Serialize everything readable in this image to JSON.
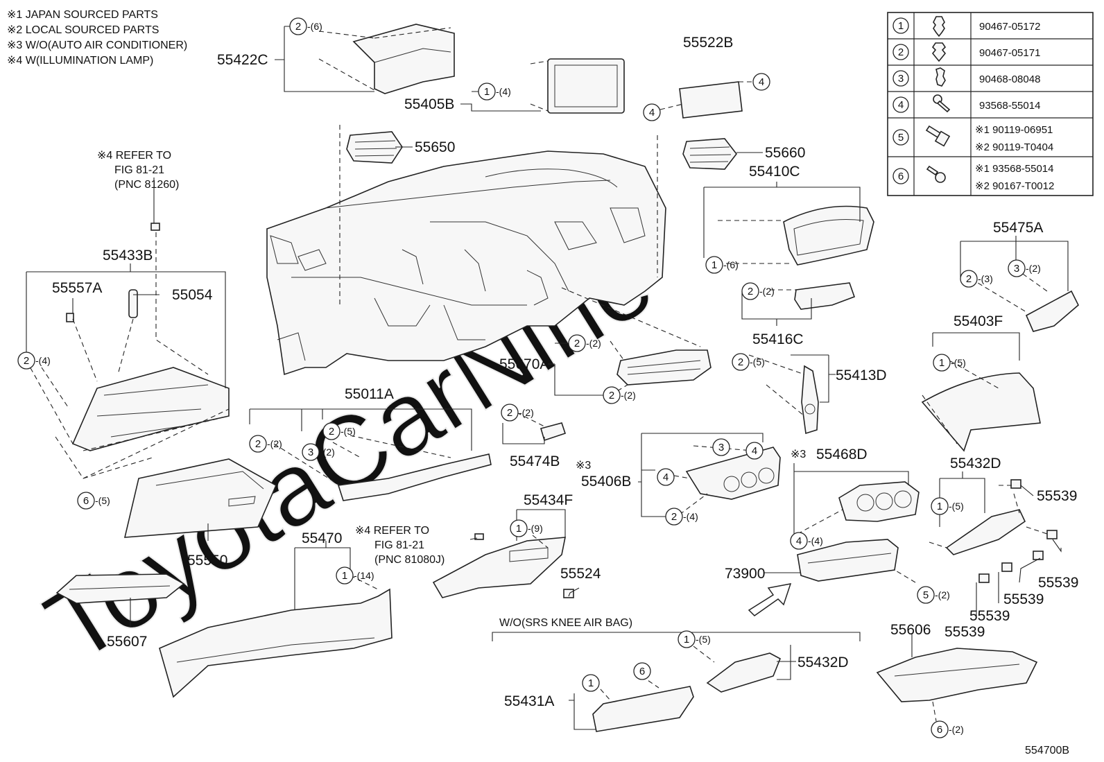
{
  "notes": [
    "※1 JAPAN SOURCED PARTS",
    "※2 LOCAL SOURCED PARTS",
    "※3 W/O(AUTO AIR CONDITIONER)",
    "※4 W(ILLUMINATION LAMP)"
  ],
  "watermark": "ToyotaCarNine",
  "diagram_code": "554700B",
  "fastener_table": [
    {
      "num": "1",
      "parts": [
        "90467-05172"
      ]
    },
    {
      "num": "2",
      "parts": [
        "90467-05171"
      ]
    },
    {
      "num": "3",
      "parts": [
        "90468-08048"
      ]
    },
    {
      "num": "4",
      "parts": [
        "93568-55014"
      ]
    },
    {
      "num": "5",
      "parts": [
        "※1 90119-06951",
        "※2 90119-T0404"
      ]
    },
    {
      "num": "6",
      "parts": [
        "※1 93568-55014",
        "※2 90167-T0012"
      ]
    }
  ],
  "refs": {
    "ref1": [
      "※4 REFER TO",
      "FIG 81-21",
      "(PNC 81260)"
    ],
    "ref2": [
      "※4 REFER TO",
      "FIG 81-21",
      "(PNC 81080J)"
    ]
  },
  "section_label": "W/O(SRS KNEE AIR BAG)",
  "mark3": "※3",
  "part_labels": [
    {
      "id": "55422C",
      "text": "55422C"
    },
    {
      "id": "55405B",
      "text": "55405B"
    },
    {
      "id": "55522B",
      "text": "55522B"
    },
    {
      "id": "55650",
      "text": "55650"
    },
    {
      "id": "55660",
      "text": "55660"
    },
    {
      "id": "55410C",
      "text": "55410C"
    },
    {
      "id": "55433B",
      "text": "55433B"
    },
    {
      "id": "55557A",
      "text": "55557A"
    },
    {
      "id": "55054",
      "text": "55054"
    },
    {
      "id": "55475A",
      "text": "55475A"
    },
    {
      "id": "55416C",
      "text": "55416C"
    },
    {
      "id": "55403F",
      "text": "55403F"
    },
    {
      "id": "55670A",
      "text": "55670A"
    },
    {
      "id": "55413D",
      "text": "55413D"
    },
    {
      "id": "55011A",
      "text": "55011A"
    },
    {
      "id": "55474B",
      "text": "55474B"
    },
    {
      "id": "55406B",
      "text": "55406B"
    },
    {
      "id": "55468D",
      "text": "55468D"
    },
    {
      "id": "55432D-a",
      "text": "55432D"
    },
    {
      "id": "55550",
      "text": "55550"
    },
    {
      "id": "55434F",
      "text": "55434F"
    },
    {
      "id": "55470",
      "text": "55470"
    },
    {
      "id": "55524",
      "text": "55524"
    },
    {
      "id": "73900",
      "text": "73900"
    },
    {
      "id": "55539-a",
      "text": "55539"
    },
    {
      "id": "55539-b",
      "text": "55539"
    },
    {
      "id": "55539-c",
      "text": "55539"
    },
    {
      "id": "55539-d",
      "text": "55539"
    },
    {
      "id": "55539-e",
      "text": "55539"
    },
    {
      "id": "55607",
      "text": "55607"
    },
    {
      "id": "55606",
      "text": "55606"
    },
    {
      "id": "55432D-b",
      "text": "55432D"
    },
    {
      "id": "55431A",
      "text": "55431A"
    }
  ],
  "callouts": [
    {
      "num": "2",
      "qty": "-(6)"
    },
    {
      "num": "1",
      "qty": "-(4)"
    },
    {
      "num": "4",
      "qty": ""
    },
    {
      "num": "4",
      "qty": ""
    },
    {
      "num": "1",
      "qty": "-(6)"
    },
    {
      "num": "2",
      "qty": "-(2)"
    },
    {
      "num": "2",
      "qty": "-(3)"
    },
    {
      "num": "3",
      "qty": "-(2)"
    },
    {
      "num": "2",
      "qty": "-(4)"
    },
    {
      "num": "6",
      "qty": "-(5)"
    },
    {
      "num": "1",
      "qty": "-(5)"
    },
    {
      "num": "2",
      "qty": "-(5)"
    },
    {
      "num": "2",
      "qty": "-(2)"
    },
    {
      "num": "2",
      "qty": "-(2)"
    },
    {
      "num": "2",
      "qty": "-(2)"
    },
    {
      "num": "2",
      "qty": "-(5)"
    },
    {
      "num": "3",
      "qty": "-(2)"
    },
    {
      "num": "2",
      "qty": "-(2)"
    },
    {
      "num": "3",
      "qty": ""
    },
    {
      "num": "4",
      "qty": ""
    },
    {
      "num": "4",
      "qty": ""
    },
    {
      "num": "2",
      "qty": "-(4)"
    },
    {
      "num": "4",
      "qty": "-(4)"
    },
    {
      "num": "1",
      "qty": "-(5)"
    },
    {
      "num": "1",
      "qty": "-(9)"
    },
    {
      "num": "1",
      "qty": "-(14)"
    },
    {
      "num": "5",
      "qty": "-(2)"
    },
    {
      "num": "1",
      "qty": "-(5)"
    },
    {
      "num": "1",
      "qty": ""
    },
    {
      "num": "6",
      "qty": ""
    },
    {
      "num": "6",
      "qty": "-(2)"
    }
  ]
}
